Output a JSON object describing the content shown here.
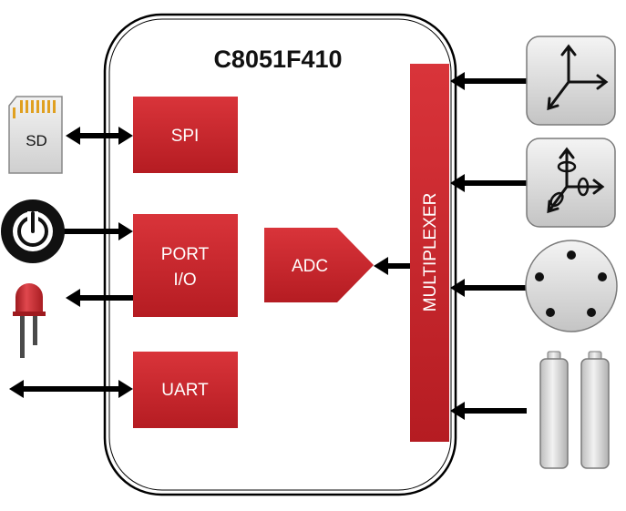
{
  "chip": {
    "title": "C8051F410"
  },
  "blocks": {
    "spi": "SPI",
    "port_line1": "PORT",
    "port_line2": "I/O",
    "uart": "UART",
    "adc": "ADC",
    "mux": "MULTIPLEXER"
  },
  "peripherals": {
    "sd_card": "SD",
    "power_button": "power-icon",
    "led": "led-icon",
    "accelerometer": "axes-3d-icon",
    "gyroscope": "rotation-axes-icon",
    "connector": "five-pin-connector-icon",
    "batteries": "battery-icon"
  },
  "colors": {
    "block_fill": "#c8242b",
    "block_dark": "#9e1a1f",
    "arrow": "#000000",
    "chip_border": "#000000"
  }
}
